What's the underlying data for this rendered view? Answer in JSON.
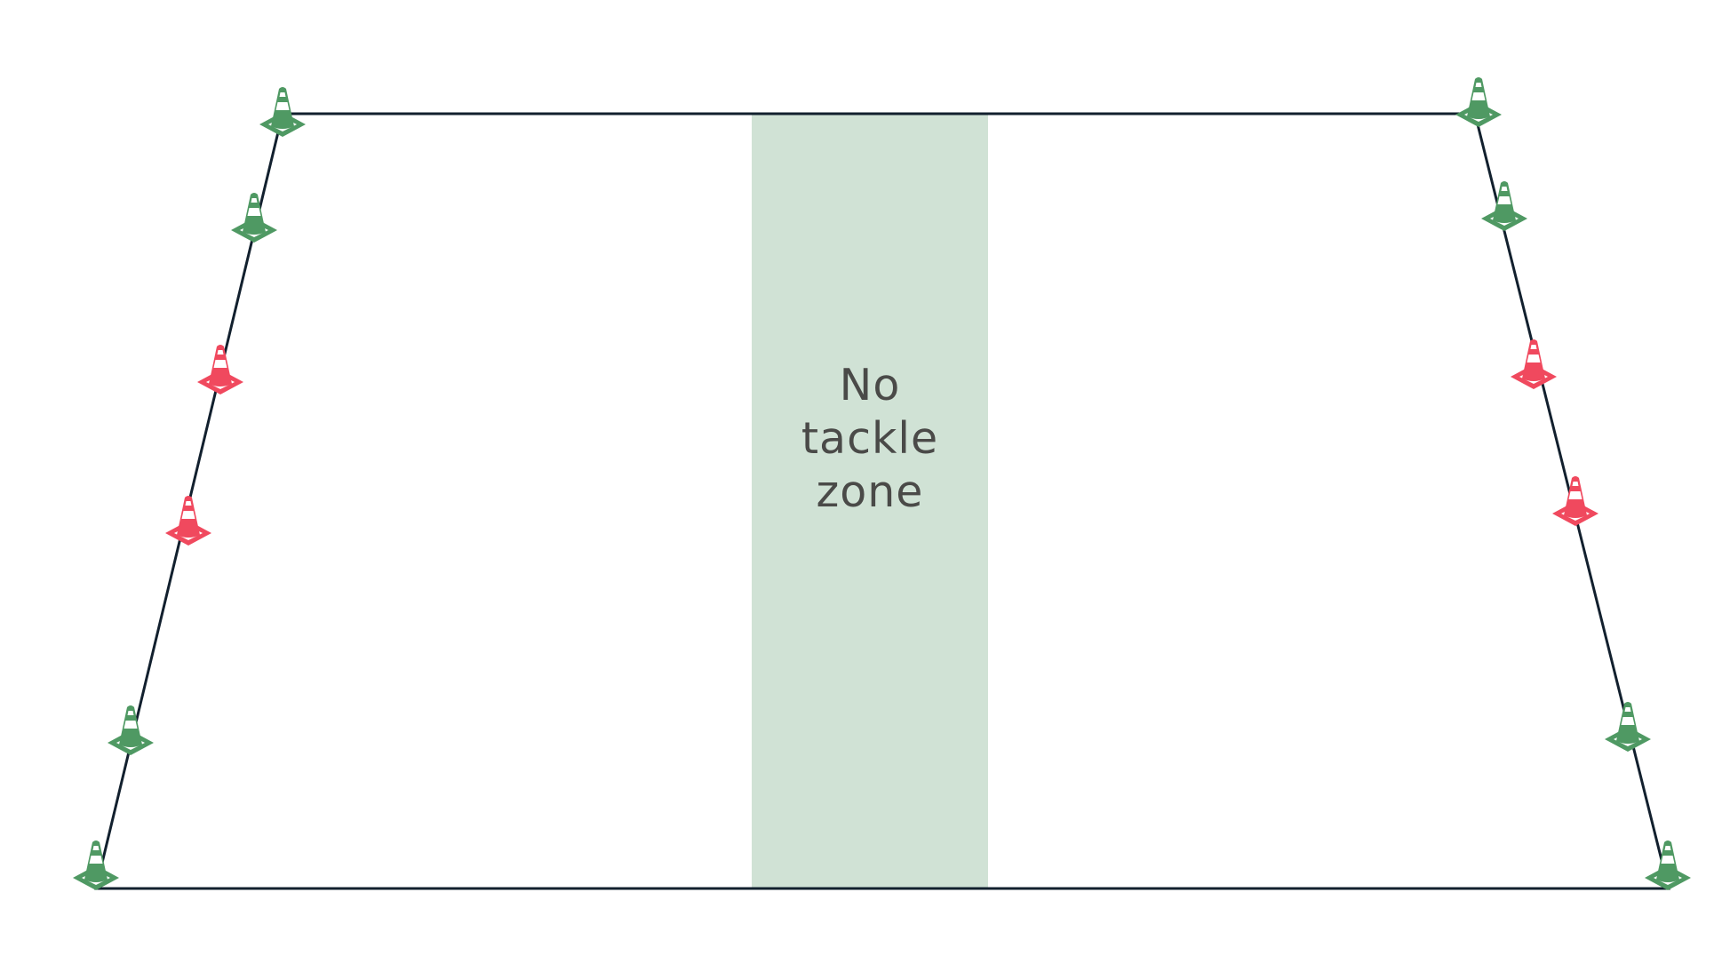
{
  "zone": {
    "label_lines": [
      "No",
      "tackle",
      "zone"
    ],
    "fill_color": "#d0e2d5"
  },
  "colors": {
    "pitch_line": "#12202e",
    "cone_green": "#4f9963",
    "cone_red": "#f0495e",
    "text": "#4a4a48"
  },
  "cones": [
    {
      "side": "left",
      "color": "green",
      "name": "cone-left-top"
    },
    {
      "side": "left",
      "color": "green",
      "name": "cone-left-2"
    },
    {
      "side": "left",
      "color": "red",
      "name": "cone-left-3"
    },
    {
      "side": "left",
      "color": "red",
      "name": "cone-left-4"
    },
    {
      "side": "left",
      "color": "green",
      "name": "cone-left-5"
    },
    {
      "side": "left",
      "color": "green",
      "name": "cone-left-bottom"
    },
    {
      "side": "right",
      "color": "green",
      "name": "cone-right-top"
    },
    {
      "side": "right",
      "color": "green",
      "name": "cone-right-2"
    },
    {
      "side": "right",
      "color": "red",
      "name": "cone-right-3"
    },
    {
      "side": "right",
      "color": "red",
      "name": "cone-right-4"
    },
    {
      "side": "right",
      "color": "green",
      "name": "cone-right-5"
    },
    {
      "side": "right",
      "color": "green",
      "name": "cone-right-bottom"
    }
  ]
}
